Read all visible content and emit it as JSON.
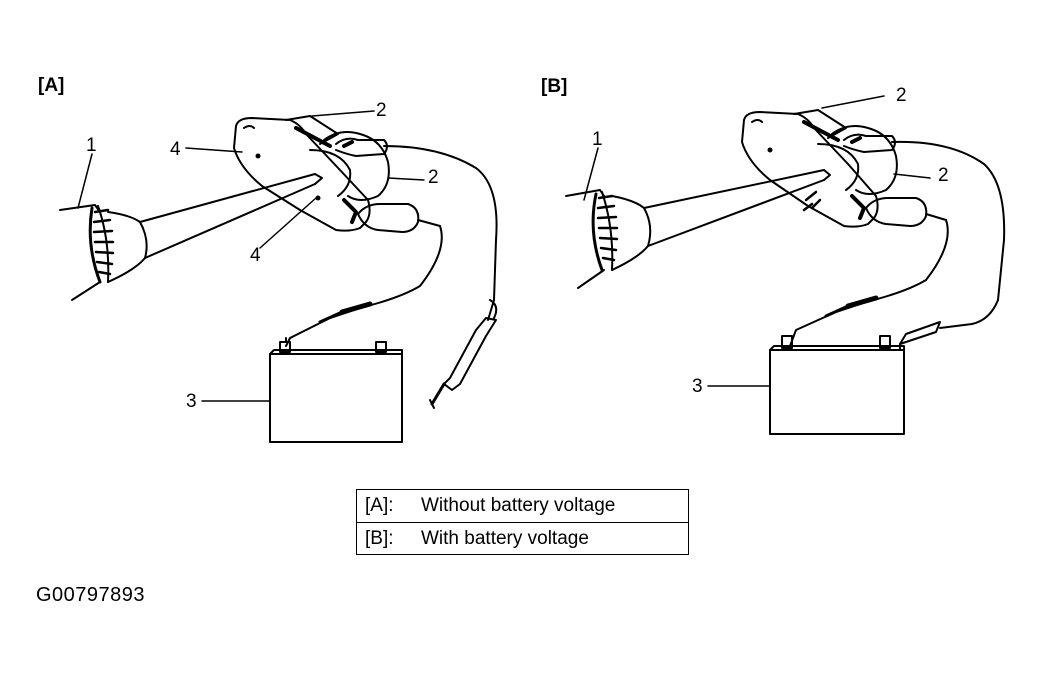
{
  "panels": [
    {
      "label": "[A]",
      "callouts": [
        "1",
        "2",
        "4",
        "2",
        "4",
        "3"
      ]
    },
    {
      "label": "[B]",
      "callouts": [
        "1",
        "2",
        "2",
        "3"
      ]
    }
  ],
  "legend": [
    {
      "key": "[A]:",
      "text": "Without battery voltage"
    },
    {
      "key": "[B]:",
      "text": "With battery voltage"
    }
  ],
  "figure_id": "G00797893"
}
